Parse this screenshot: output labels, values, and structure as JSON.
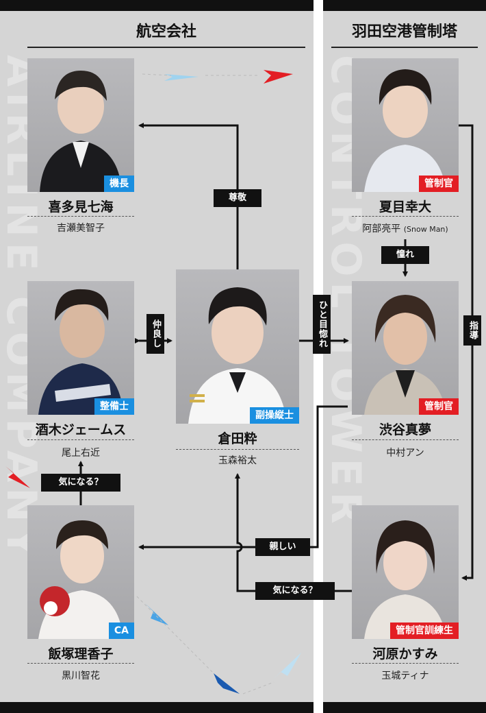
{
  "sections": {
    "left_title": "航空会社",
    "right_title": "羽田空港管制塔",
    "left_watermark": "AIRLINE COMPANY",
    "right_watermark": "CONTROL TOWER"
  },
  "characters": [
    {
      "id": "kitami",
      "name": "喜多見七海",
      "actor": "吉瀬美智子",
      "actor_note": "",
      "badge": "機長",
      "badge_color": "#1a8fe0"
    },
    {
      "id": "sakaki",
      "name": "酒木ジェームス",
      "actor": "尾上右近",
      "actor_note": "",
      "badge": "整備士",
      "badge_color": "#1a8fe0"
    },
    {
      "id": "iizuka",
      "name": "飯塚理香子",
      "actor": "黒川智花",
      "actor_note": "",
      "badge": "CA",
      "badge_color": "#1a8fe0"
    },
    {
      "id": "kurata",
      "name": "倉田粋",
      "actor": "玉森裕太",
      "actor_note": "",
      "badge": "副操縦士",
      "badge_color": "#1a8fe0"
    },
    {
      "id": "natsume",
      "name": "夏目幸大",
      "actor": "阿部亮平",
      "actor_note": "(Snow Man)",
      "badge": "管制官",
      "badge_color": "#e31e24"
    },
    {
      "id": "shibuya",
      "name": "渋谷真夢",
      "actor": "中村アン",
      "actor_note": "",
      "badge": "管制官",
      "badge_color": "#e31e24"
    },
    {
      "id": "kawahara",
      "name": "河原かすみ",
      "actor": "玉城ティナ",
      "actor_note": "",
      "badge": "管制官訓練生",
      "badge_color": "#e31e24"
    }
  ],
  "relations": {
    "respect": "尊敬",
    "close_friends": "仲良し",
    "first_sight": "ひと目惚れ",
    "admire": "憧れ",
    "mentor": "指導",
    "curious1": "気になる？",
    "intimate": "親しい",
    "curious2": "気になる？"
  }
}
